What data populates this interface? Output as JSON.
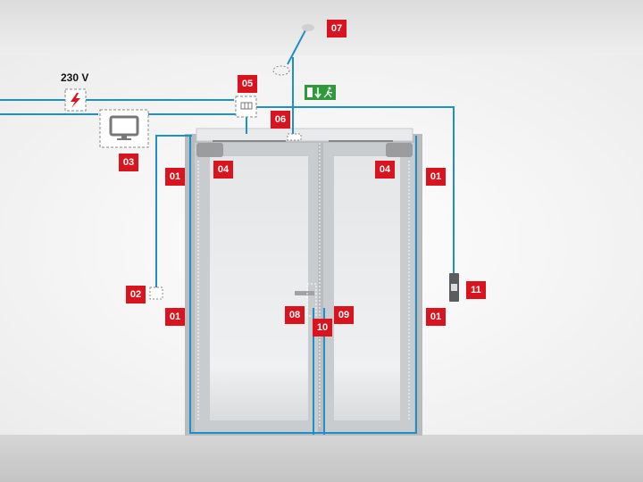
{
  "colors": {
    "label_bg": "#d9141e",
    "wiring": "#1f8fc9",
    "exit_sign": "#2e9a3c"
  },
  "voltage_label": "230 V",
  "icons": [
    "power-bolt-icon",
    "monitor-icon",
    "relay-switch-icon",
    "smoke-detector-icon",
    "exit-sign-icon",
    "card-reader-icon"
  ],
  "labels": {
    "l07": "07",
    "l05": "05",
    "l06": "06",
    "l03": "03",
    "l01a": "01",
    "l04a": "04",
    "l04b": "04",
    "l01b": "01",
    "l02": "02",
    "l01c": "01",
    "l08": "08",
    "l09": "09",
    "l10": "10",
    "l01d": "01",
    "l11": "11"
  }
}
